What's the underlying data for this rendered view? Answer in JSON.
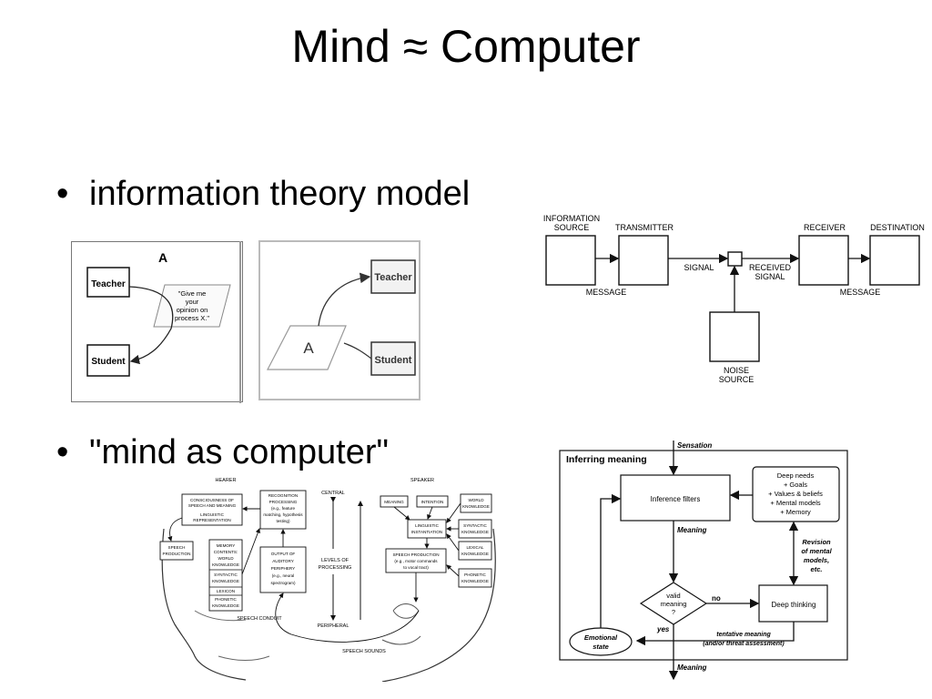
{
  "title": "Mind ≈ Computer",
  "bullets": [
    {
      "marker": "•",
      "text": "information theory model"
    },
    {
      "marker": "•",
      "text": "\"mind as computer\""
    }
  ],
  "panel_a": {
    "heading": "A",
    "teacher": "Teacher",
    "student": "Student",
    "message_lines": [
      "\"Give me",
      "your",
      "opinion on",
      "process X.\""
    ]
  },
  "panel_b": {
    "node": "A",
    "teacher": "Teacher",
    "student": "Student"
  },
  "shannon": {
    "source_lines": [
      "INFORMATION",
      "SOURCE"
    ],
    "transmitter": "TRANSMITTER",
    "receiver": "RECEIVER",
    "destination": "DESTINATION",
    "signal": "SIGNAL",
    "received_lines": [
      "RECEIVED",
      "SIGNAL"
    ],
    "message_left": "MESSAGE",
    "message_right": "MESSAGE",
    "noise_lines": [
      "NOISE",
      "SOURCE"
    ]
  },
  "speech": {
    "hearer": "HEARER",
    "speaker": "SPEAKER",
    "central": "CENTRAL",
    "peripheral": "PERIPHERAL",
    "levels_lines": [
      "LEVELS OF",
      "PROCESSING"
    ],
    "consciousness_lines": [
      "CONSCIOUSNESS OF",
      "SPEECH AND MEANING"
    ],
    "linguistic_rep_lines": [
      "LINGUISTIC",
      "REPRESENTATION"
    ],
    "recognition_lines": [
      "RECOGNITION",
      "PROCESSING",
      "(e.g., feature",
      "matching, hypothesis",
      "testing)"
    ],
    "speech_production_left_lines": [
      "SPEECH",
      "PRODUCTION"
    ],
    "memory_lines": [
      "MEMORY",
      "CONTENTS:",
      "WORLD",
      "KNOWLEDGE"
    ],
    "syntactic_left_lines": [
      "SYNTACTIC",
      "KNOWLEDGE"
    ],
    "lexicon": "LEXICON",
    "phonetic_left_lines": [
      "PHONETIC",
      "KNOWLEDGE"
    ],
    "auditory_lines": [
      "OUTPUT OF",
      "AUDITORY",
      "PERIPHERY",
      "(e.g., neural",
      "spectrogram)"
    ],
    "meaning": "MEANING",
    "intention": "INTENTION",
    "world_knowledge_lines": [
      "WORLD",
      "KNOWLEDGE"
    ],
    "linguistic_inst_lines": [
      "LINGUISTIC",
      "INSTANTIATION"
    ],
    "syntactic_right_lines": [
      "SYNTACTIC",
      "KNOWLEDGE"
    ],
    "lexical_lines": [
      "LEXICAL",
      "KNOWLEDGE"
    ],
    "speech_production_right_lines": [
      "SPEECH PRODUCTION",
      "(e.g., motor commands",
      "to vocal tract)"
    ],
    "phonetic_right_lines": [
      "PHONETIC",
      "KNOWLEDGE"
    ],
    "speech_conduit": "SPEECH CONDUIT",
    "speech_sounds": "SPEECH SOUNDS"
  },
  "inferring": {
    "sensation": "Sensation",
    "heading": "Inferring meaning",
    "inference_filters": "Inference filters",
    "needs_lines": [
      "Deep needs",
      "+ Goals",
      "+ Values & beliefs",
      "+ Mental models",
      "+ Memory"
    ],
    "meaning_mid": "Meaning",
    "revision_lines": [
      "Revision",
      "of mental",
      "models,",
      "etc."
    ],
    "valid_lines": [
      "valid",
      "meaning",
      "?"
    ],
    "no": "no",
    "deep_thinking": "Deep thinking",
    "yes": "yes",
    "emotional_lines": [
      "Emotional",
      "state"
    ],
    "tentative_lines": [
      "tentative meaning",
      "(and/or threat assessment)"
    ],
    "meaning_out": "Meaning"
  }
}
